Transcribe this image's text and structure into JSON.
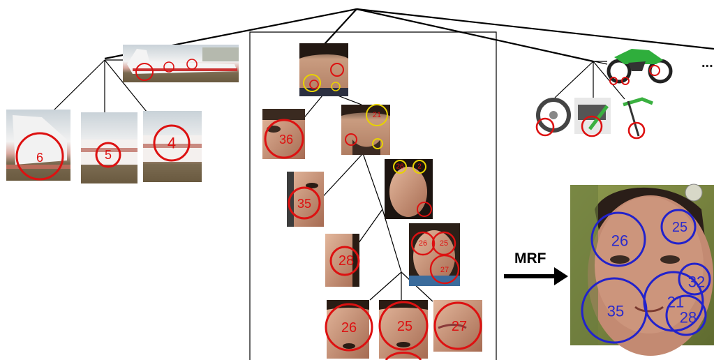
{
  "arrow_label": "MRF",
  "ellipsis": "...",
  "airplane": {
    "root_labels": [
      "",
      "",
      ""
    ],
    "children": [
      "6",
      "5",
      "4"
    ]
  },
  "motorbike": {
    "root_labels": [
      "",
      "",
      ""
    ],
    "children": [
      "",
      "",
      ""
    ]
  },
  "faces": {
    "root_labels": [
      "",
      "",
      ""
    ],
    "level1": [
      "36",
      ""
    ],
    "level1_right_labels": [
      "21",
      "",
      ""
    ],
    "level2": [
      "35",
      ""
    ],
    "level2_right_labels": [
      "26",
      "2",
      ""
    ],
    "level3": [
      "28",
      ""
    ],
    "level3_right_labels": [
      "26",
      "25",
      "27"
    ],
    "leaves": [
      "26",
      "25",
      "27"
    ]
  },
  "mrf_result": {
    "labels": [
      "26",
      "25",
      "35",
      "21",
      "32",
      "28"
    ]
  },
  "colors": {
    "red": "#dd1111",
    "yellow": "#e8d200",
    "blue": "#2222cc",
    "line": "#000000"
  }
}
